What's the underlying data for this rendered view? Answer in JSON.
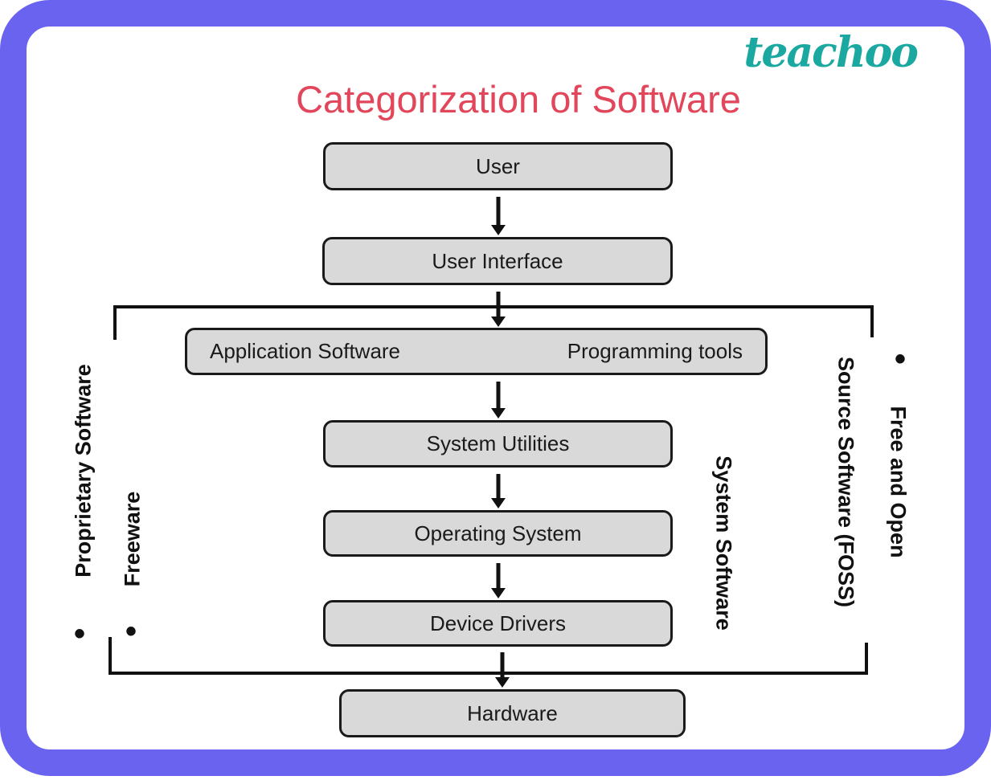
{
  "logo": {
    "text": "teachoo",
    "color": "#1AA8A0"
  },
  "title": {
    "text": "Categorization of Software",
    "color": "#E2465A"
  },
  "diagram": {
    "boxes": {
      "user": "User",
      "user_interface": "User Interface",
      "application_software": "Application Software",
      "programming_tools": "Programming tools",
      "system_utilities": "System Utilities",
      "operating_system": "Operating System",
      "device_drivers": "Device Drivers",
      "hardware": "Hardware"
    },
    "side_labels": {
      "proprietary": "Proprietary Software",
      "freeware": "Freeware",
      "system_software": "System Software",
      "foss_line1": "Free and Open",
      "foss_line2": "Source Software (FOSS)",
      "bullet": "•"
    }
  },
  "colors": {
    "frame": "#6A63F0",
    "box_fill": "#D9D9D9",
    "box_border": "#1A1A1A",
    "line": "#111111"
  }
}
